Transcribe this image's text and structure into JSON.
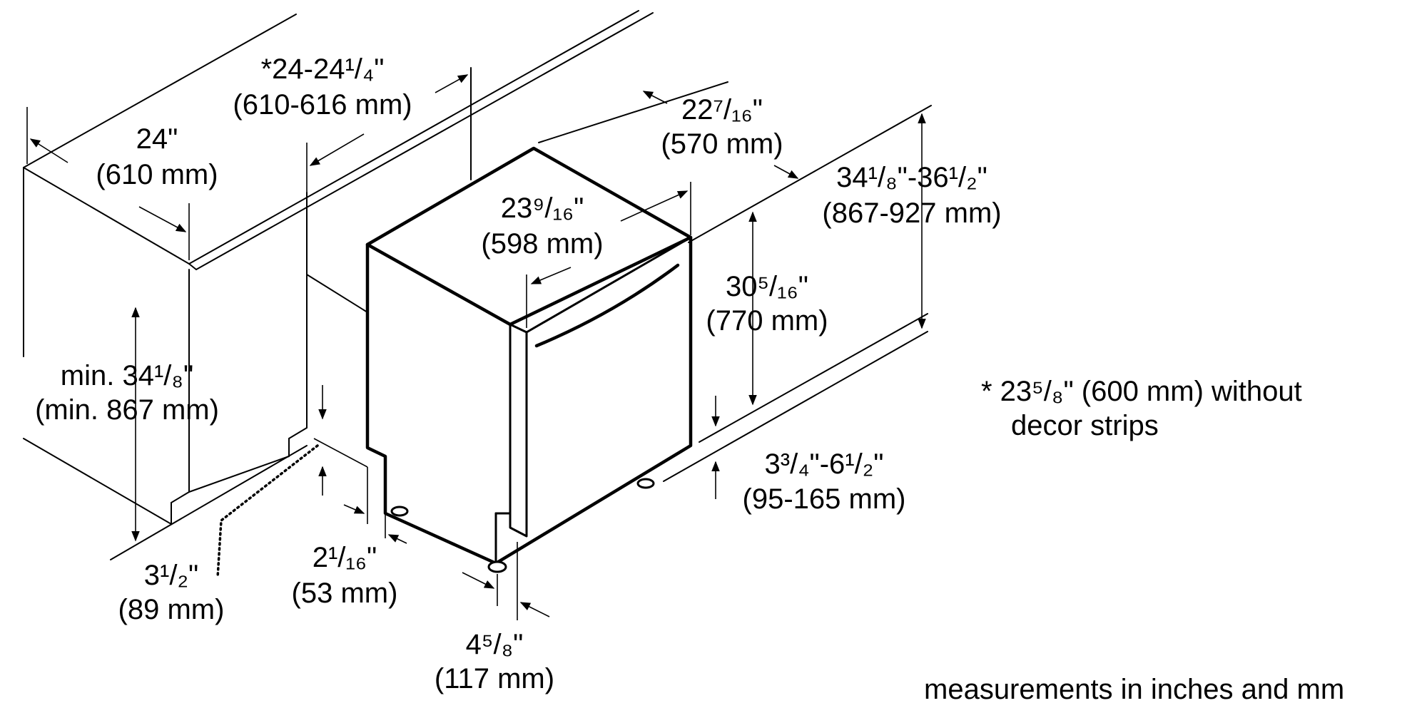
{
  "dimensions": {
    "cabinet_depth": {
      "imperial": "24\"",
      "metric": "(610 mm)"
    },
    "niche_width": {
      "imperial": "*24-24¹/₄\"",
      "metric": "(610-616 mm)"
    },
    "appliance_width": {
      "imperial": "23⁹/₁₆\"",
      "metric": "(598 mm)"
    },
    "appliance_depth": {
      "imperial": "22⁷/₁₆\"",
      "metric": "(570 mm)"
    },
    "niche_height": {
      "imperial": "34¹/₈\"-36¹/₂\"",
      "metric": "(867-927 mm)"
    },
    "door_height": {
      "imperial": "30⁵/₁₆\"",
      "metric": "(770 mm)"
    },
    "min_height": {
      "imperial": "min. 34¹/₈\"",
      "metric": "(min. 867 mm)"
    },
    "plinth_height": {
      "imperial": "3³/₄\"-6¹/₂\"",
      "metric": "(95-165 mm)"
    },
    "foot_offset": {
      "imperial": "2¹/₁₆\"",
      "metric": "(53 mm)"
    },
    "toe_kick": {
      "imperial": "3¹/₂\"",
      "metric": "(89 mm)"
    },
    "foot_setback": {
      "imperial": "4⁵/₈\"",
      "metric": "(117 mm)"
    }
  },
  "notes": {
    "decor_line1": "*  23⁵/₈\" (600 mm) without",
    "decor_line2": "decor strips",
    "units": "measurements in inches and mm"
  }
}
